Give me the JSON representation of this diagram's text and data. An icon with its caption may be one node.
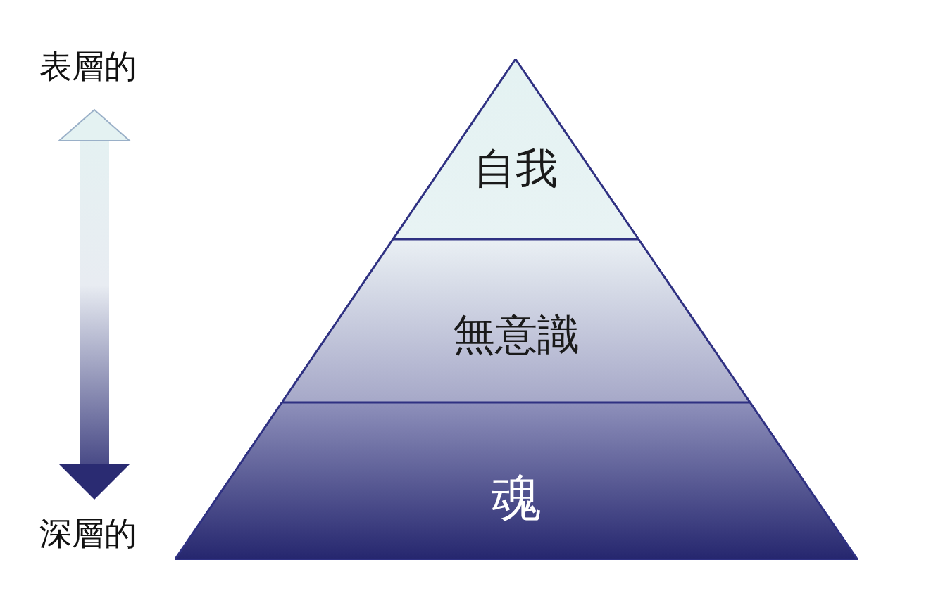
{
  "diagram": {
    "nodes": [
      {
        "text": [
          "表層的"
        ]
      },
      {
        "text": [
          "深層的"
        ]
      },
      {
        "text": [
          "自我"
        ]
      },
      {
        "text": [
          "無意識"
        ]
      },
      {
        "text": [
          "魂"
        ]
      }
    ],
    "edges": [
      {
        "from": 0,
        "to": 1,
        "arrow": "both"
      }
    ]
  }
}
